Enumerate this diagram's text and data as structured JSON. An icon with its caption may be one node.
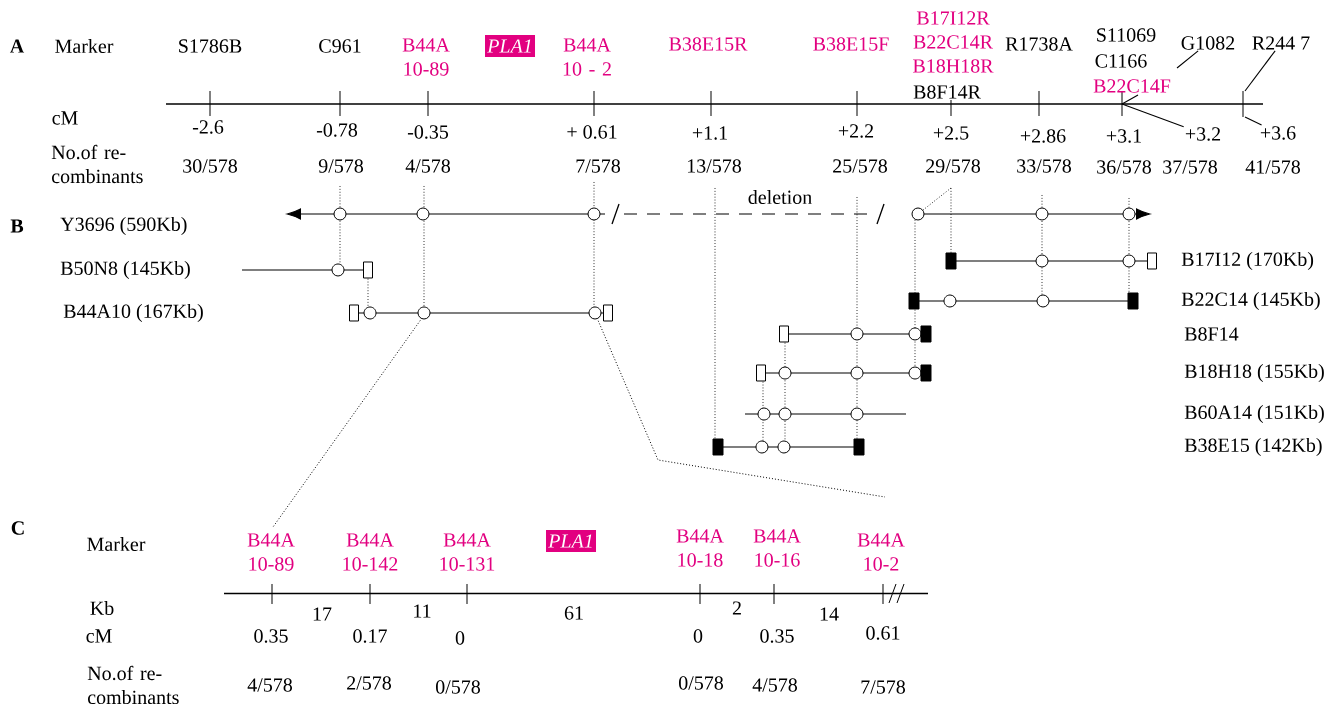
{
  "diagram": {
    "nodes": [
      {
        "text": [
          "PLA1"
        ]
      },
      {
        "text": [
          "G1082"
        ]
      },
      {
        "text": [
          "R244 7"
        ]
      },
      {
        "text": [
          "+3.2"
        ]
      },
      {
        "text": [
          "+3.6"
        ]
      },
      {
        "text": [
          "PLA1"
        ]
      }
    ],
    "edges": [
      {
        "from": 1,
        "to": null,
        "arrow": "none"
      },
      {
        "from": 2,
        "to": null,
        "arrow": "none"
      },
      {
        "from": 3,
        "to": null,
        "arrow": "none"
      },
      {
        "from": 4,
        "to": null,
        "arrow": "none"
      }
    ],
    "labels": [
      "A",
      "Marker",
      "S1786B",
      "C961",
      "B44A 10-89",
      "B44A 10 - 2",
      "B38E15R",
      "B38E15F",
      "B17I12R B22C14R B18H18R",
      "R1738A",
      "S11069",
      "C1166",
      "B22C14F",
      "B8F14R",
      "cM",
      "-2.6",
      "-0.78",
      "-0.35",
      "+ 0.61",
      "+1.1",
      "+2.2",
      "+2.5",
      "+2.86",
      "+3.1",
      "No.of re- combinants",
      "30/578",
      "9/578",
      "4/578",
      "7/578",
      "13/578",
      "25/578",
      "29/578",
      "33/578",
      "36/578",
      "37/578",
      "41/578",
      "deletion",
      "B",
      "Y3696 (590Kb)",
      "B17I12 (170Kb)",
      "B50N8 (145Kb)",
      "B22C14 (145Kb)",
      "B44A10 (167Kb)",
      "B8F14",
      "B18H18 (155Kb)",
      "B60A14 (151Kb)",
      "B38E15 (142Kb)",
      "C",
      "Marker",
      "B44A 10-89",
      "B44A 10-142",
      "B44A 10-131",
      "B44A 10-18",
      "B44A 10-16",
      "B44A 10-2",
      "Kb",
      "17",
      "11",
      "61",
      "2",
      "14",
      "cM",
      "0.35",
      "0.17",
      "0",
      "0",
      "0.35",
      "0.61",
      "No.of re- combinants",
      "4/578",
      "2/578",
      "0/578",
      "0/578",
      "4/578",
      "7/578"
    ]
  }
}
